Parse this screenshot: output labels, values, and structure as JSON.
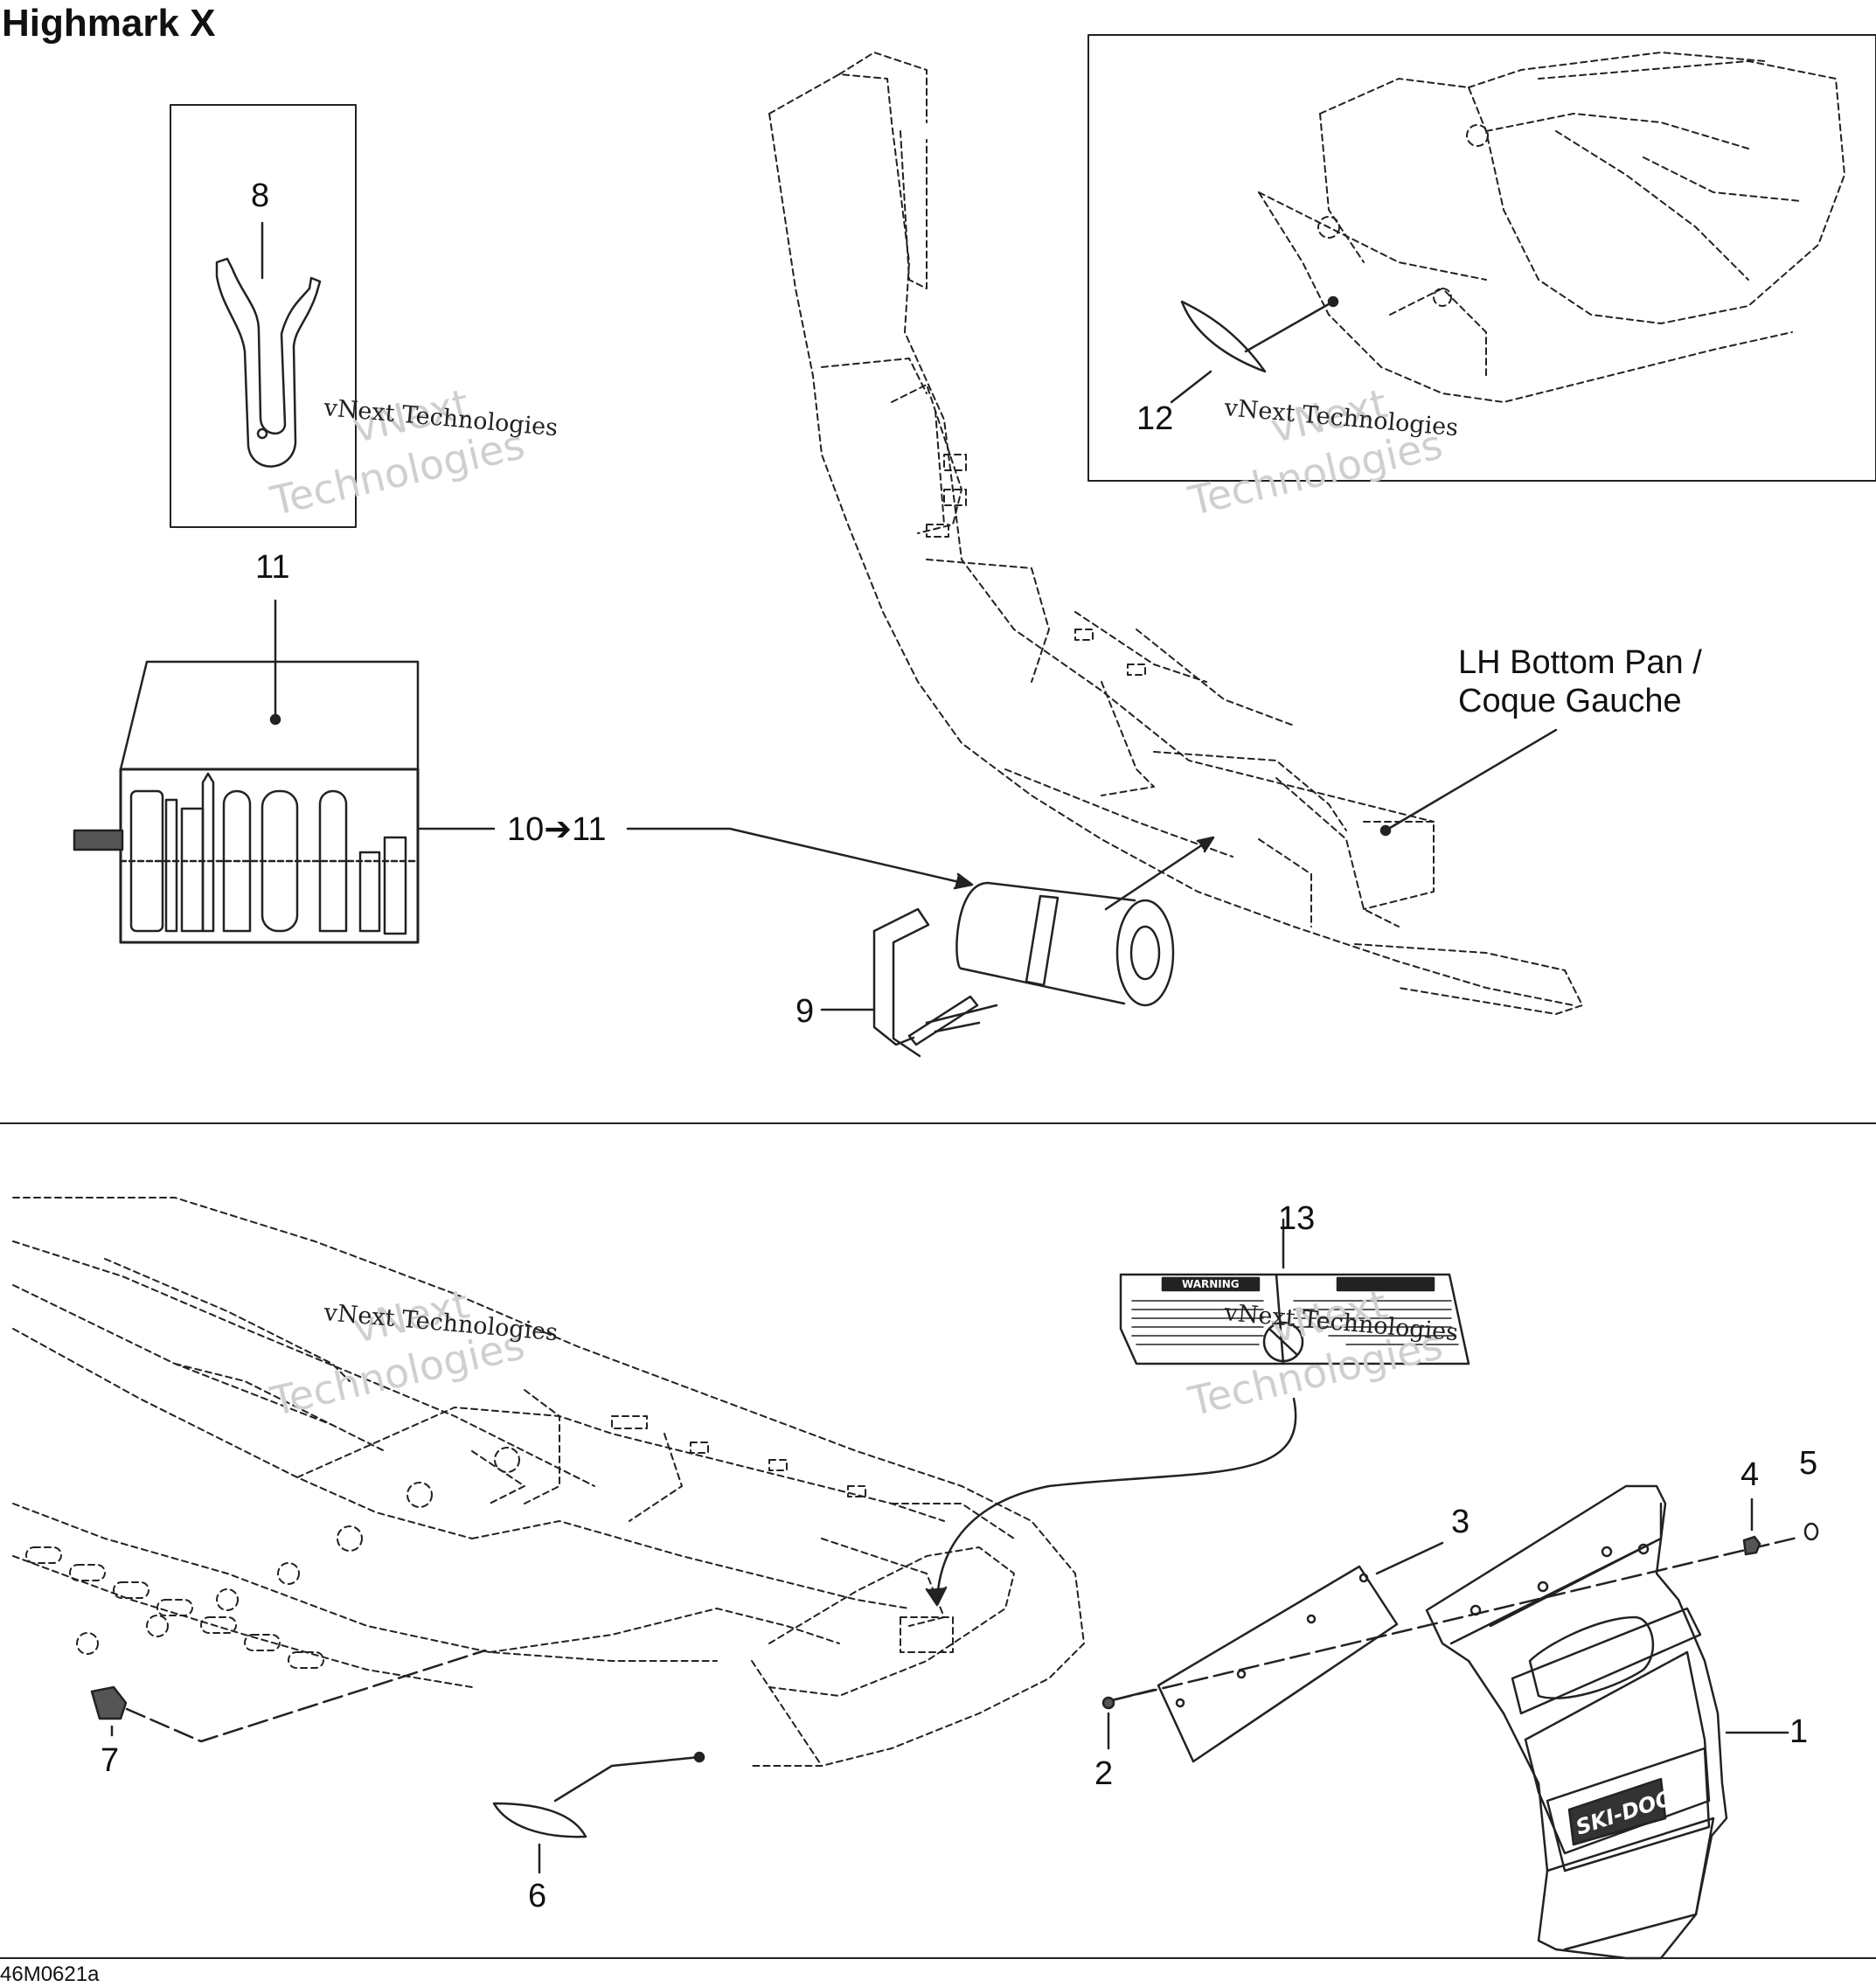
{
  "page": {
    "title": "Highmark X",
    "drawing_code": "46M0621a"
  },
  "labels": {
    "lh_bottom_pan_line1": "LH Bottom Pan /",
    "lh_bottom_pan_line2": "Coque Gauche"
  },
  "callouts": {
    "c1": "1",
    "c2": "2",
    "c3": "3",
    "c4": "4",
    "c5": "5",
    "c6": "6",
    "c7": "7",
    "c8": "8",
    "c9": "9",
    "c10": "10➔11",
    "c11": "11",
    "c12": "12",
    "c13": "13"
  },
  "watermark": {
    "line1": "vNext",
    "line2": "Technologies",
    "line3": "vNext Technologies"
  },
  "decal": {
    "warning": "WARNING",
    "brand": "SKI-DOO"
  },
  "colors": {
    "line": "#222222",
    "watermark": "#c8c8c8",
    "fill_dark": "#555555"
  }
}
